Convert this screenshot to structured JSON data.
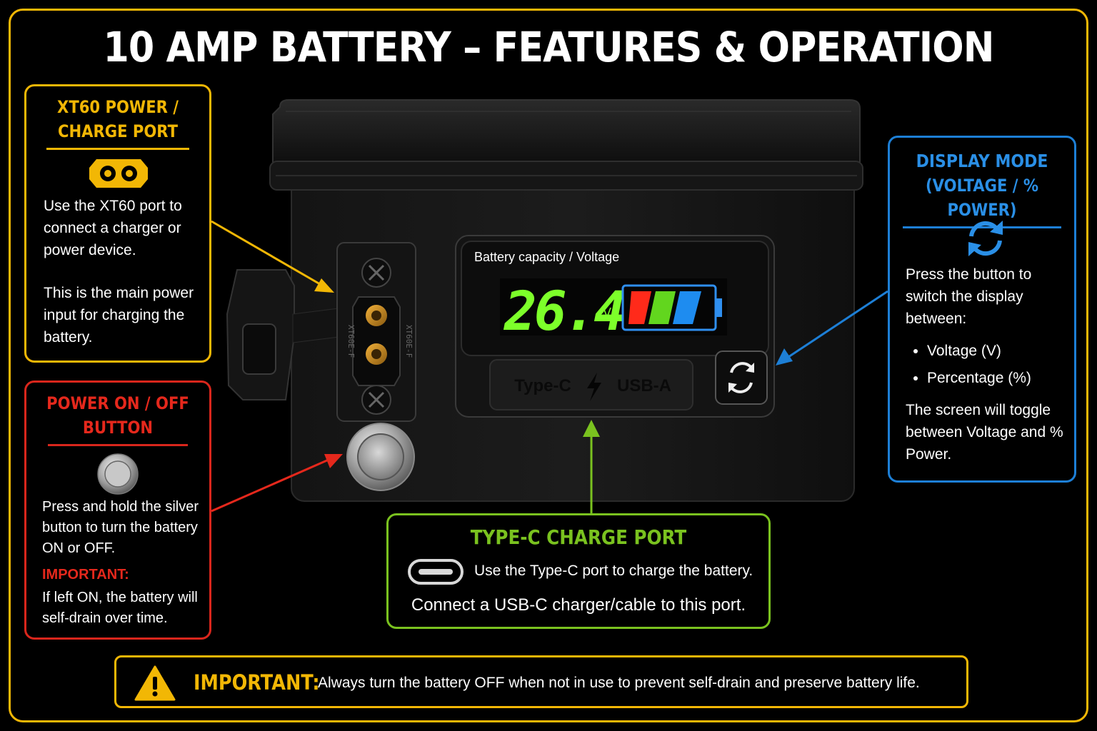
{
  "title": "10 AMP BATTERY – FEATURES & OPERATION",
  "colors": {
    "frame": "#f2b705",
    "xt60": "#f2b705",
    "power": "#d9261c",
    "display": "#1d7fd6",
    "typec": "#7ac21f",
    "lcd_digits": "#7dff2a"
  },
  "xt60": {
    "heading_line1": "XT60 POWER /",
    "heading_line2": "CHARGE PORT",
    "icon": "xt60-port-icon",
    "text1": "Use the XT60 port to connect a charger or power device.",
    "text2": "This is the main power input for charging the battery."
  },
  "power": {
    "heading_line1": "POWER ON / OFF",
    "heading_line2": "BUTTON",
    "icon": "power-button-icon",
    "text1": "Press and hold the silver button to turn the battery ON or OFF.",
    "important_label": "IMPORTANT:",
    "text2": "If left ON, the battery will self-drain over time."
  },
  "display": {
    "heading_line1": "DISPLAY MODE",
    "heading_line2": "(VOLTAGE / % POWER)",
    "icon": "refresh-icon",
    "text1": "Press the button to switch the display between:",
    "options": [
      "Voltage (V)",
      "Percentage (%)"
    ],
    "text2": "The screen will toggle between Voltage and % Power."
  },
  "typec": {
    "heading": "TYPE-C CHARGE PORT",
    "icon": "usb-c-icon",
    "line1": "Use the Type-C port to charge the battery.",
    "line2": "Connect a USB-C charger/cable to this port."
  },
  "battery": {
    "lcd_label": "Battery capacity / Voltage",
    "lcd_value": "26.4",
    "lcd_unit": "V",
    "port_cover_label_left": "Type-C",
    "port_cover_label_right": "USB-A",
    "xt60_label_left": "XT60E-F",
    "xt60_label_right": "XT60E-F"
  },
  "banner": {
    "label": "IMPORTANT:",
    "message": "Always turn the battery OFF when not in use to prevent self-drain and preserve battery life.",
    "icon": "warning-icon"
  }
}
